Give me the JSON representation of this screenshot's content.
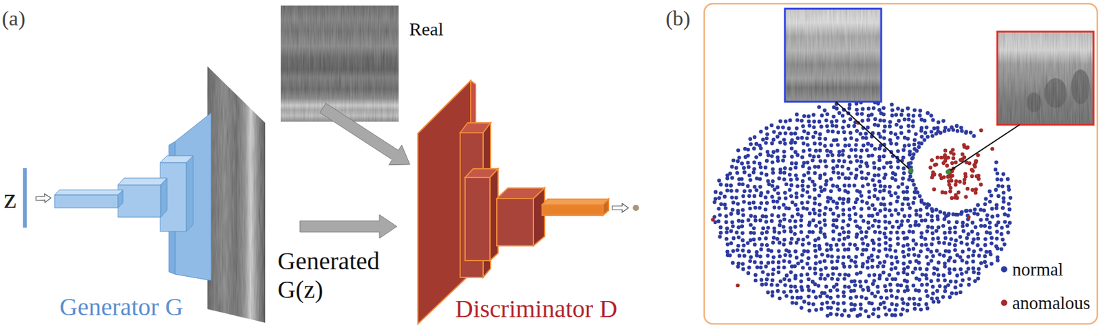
{
  "diagram": {
    "nodes": [
      {
        "text": [
          "z"
        ]
      },
      {
        "text": [
          "Generator G"
        ]
      },
      {
        "text": [
          "Real"
        ]
      },
      {
        "text": [
          "Discriminator D"
        ]
      }
    ],
    "edges": [
      {
        "from": 0,
        "to": 1,
        "arrow": "to"
      },
      {
        "from": 2,
        "to": 3,
        "arrow": "to"
      },
      {
        "from": 1,
        "to": 3,
        "label": "Generated G(z)",
        "arrow": "to"
      }
    ],
    "labels": [
      "(a)",
      "(b)"
    ],
    "legend": [
      {
        "text": "normal",
        "color": "#2d3a9e"
      },
      {
        "text": "anomalous",
        "color": "#a52a2a"
      }
    ]
  }
}
